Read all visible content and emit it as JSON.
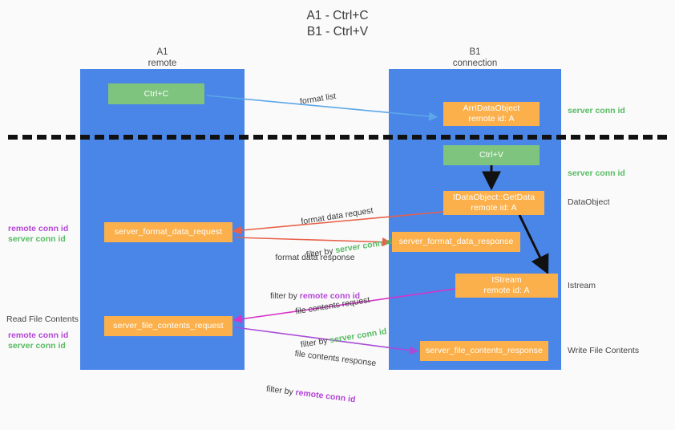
{
  "title": "A1 - Ctrl+C\nB1 - Ctrl+V",
  "lanes": [
    {
      "name": "A1",
      "sub": "remote",
      "header": "A1\nremote"
    },
    {
      "name": "B1",
      "sub": "connection",
      "header": "B1\nconnection"
    }
  ],
  "colors": {
    "lane": "#4a86e8",
    "green_box": "#7ec47e",
    "orange_box": "#fbb04b",
    "server_conn_id": "#57bb63",
    "remote_conn_id": "#b446d6",
    "blue_arrow": "#5ba7e8",
    "red_arrow": "#e8604a",
    "magenta_arrow": "#d633c8",
    "purple_arrow": "#a94bd6",
    "black_arrow": "#111111",
    "background": "#fafafa"
  },
  "boxes": {
    "ctrl_c": {
      "label": "Ctrl+C"
    },
    "ctrl_v": {
      "label": "Ctrl+V"
    },
    "idataobject_top": {
      "line1": "ArrIDataObject",
      "line2": "remote id: A"
    },
    "idataobject_getdata": {
      "line1": "IDataObject::GetData",
      "line2": "remote id: A"
    },
    "istream": {
      "line1": "IStream",
      "line2": "remote id: A"
    },
    "server_format_data_request": {
      "label": "server_format_data_request"
    },
    "server_format_data_response": {
      "label": "server_format_data_response"
    },
    "server_file_contents_request": {
      "label": "server_file_contents_request"
    },
    "server_file_contents_response": {
      "label": "server_file_contents_response"
    }
  },
  "right_labels": [
    {
      "text": "server conn id",
      "style": "green"
    },
    {
      "text": "server conn id",
      "style": "green"
    },
    {
      "text": "DataObject",
      "style": "plain"
    },
    {
      "text": "Istream",
      "style": "plain"
    },
    {
      "text": "Write File Contents",
      "style": "plain"
    }
  ],
  "left_labels": {
    "group1": {
      "line1": "remote conn id",
      "line2": "server conn id"
    },
    "group2_title": "Read File Contents",
    "group2": {
      "line1": "remote conn id",
      "line2": "server conn id"
    }
  },
  "edges": [
    {
      "id": "format-list",
      "text": "format list"
    },
    {
      "id": "format-data-request",
      "line1": "format data request",
      "filter_prefix": "filter by ",
      "filter_value": "server conn id",
      "filter_style": "green"
    },
    {
      "id": "format-data-response",
      "line1": "format data response",
      "filter_prefix": "filter by ",
      "filter_value": "remote conn id",
      "filter_style": "purple"
    },
    {
      "id": "file-contents-request",
      "line1": "file contents request",
      "filter_prefix": "filter by ",
      "filter_value": "server conn id",
      "filter_style": "green"
    },
    {
      "id": "file-contents-response",
      "line1": "file contents response",
      "filter_prefix": "filter by ",
      "filter_value": "remote conn id",
      "filter_style": "purple"
    }
  ]
}
